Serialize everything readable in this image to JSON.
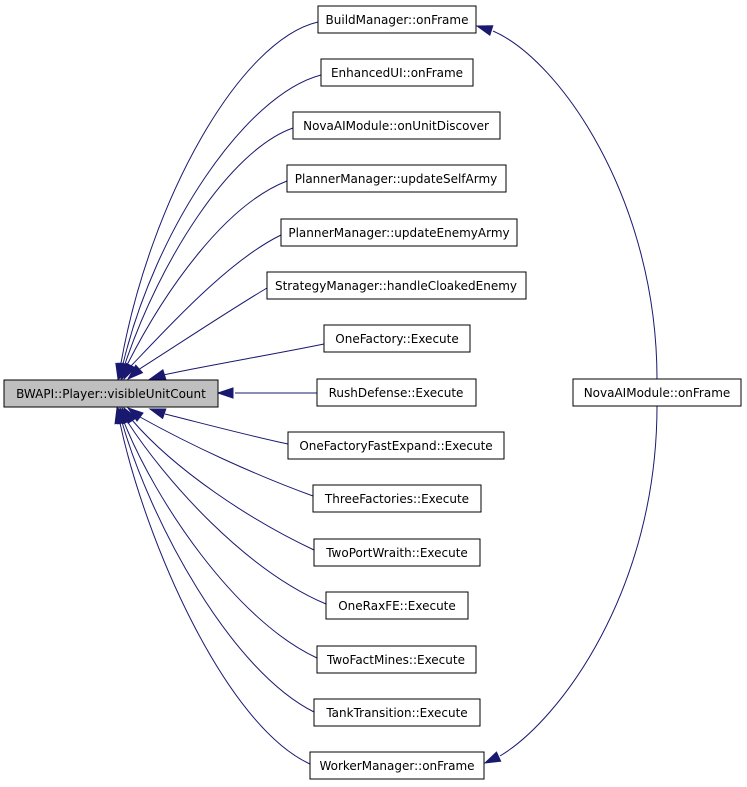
{
  "diagram": {
    "root": "BWAPI::Player::visibleUnitCount",
    "callers": [
      "BuildManager::onFrame",
      "EnhancedUI::onFrame",
      "NovaAIModule::onUnitDiscover",
      "PlannerManager::updateSelfArmy",
      "PlannerManager::updateEnemyArmy",
      "StrategyManager::handleCloakedEnemy",
      "OneFactory::Execute",
      "RushDefense::Execute",
      "OneFactoryFastExpand::Execute",
      "ThreeFactories::Execute",
      "TwoPortWraith::Execute",
      "OneRaxFE::Execute",
      "TwoFactMines::Execute",
      "TankTransition::Execute",
      "WorkerManager::onFrame"
    ],
    "top_caller": "NovaAIModule::onFrame",
    "colors": {
      "edge": "#191970",
      "root_fill": "#bfbfbf",
      "node_fill": "#ffffff"
    }
  }
}
